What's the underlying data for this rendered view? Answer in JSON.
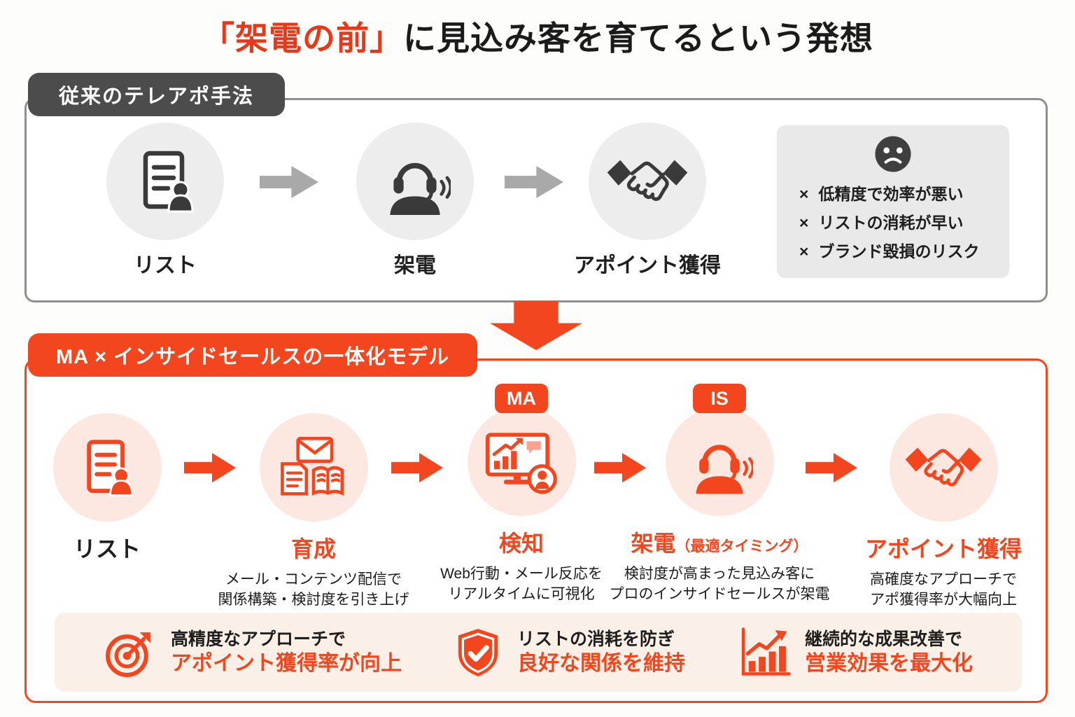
{
  "title": {
    "highlight": "「架電の前」",
    "rest": "に見込み客を育てるという発想"
  },
  "colors": {
    "accent_orange": "#F4461E",
    "title_red": "#E8381A",
    "badge_dark_gray": "#4C4C4C",
    "circle_gray": "#EDEDED",
    "circle_pink": "#FCE8E1",
    "benefits_bg": "#FBF0E7",
    "problems_bg": "#E9E9E9"
  },
  "traditional": {
    "badge": "従来のテレアポ手法",
    "steps": [
      {
        "label": "リスト",
        "icon": "document-person-icon"
      },
      {
        "label": "架電",
        "icon": "headset-agent-icon"
      },
      {
        "label": "アポイント獲得",
        "icon": "handshake-icon"
      }
    ],
    "problems": {
      "icon": "sad-face-icon",
      "mark": "×",
      "items": [
        "低精度で効率が悪い",
        "リストの消耗が早い",
        "ブランド毀損のリスク"
      ]
    }
  },
  "modern": {
    "badge": "MA × インサイドセールスの一体化モデル",
    "steps": [
      {
        "label": "リスト",
        "icon": "document-person-icon"
      },
      {
        "label": "育成",
        "icon": "mail-doc-book-icon",
        "desc1": "メール・コンテンツ配信で",
        "desc2": "関係構築・検討度を引き上げ"
      },
      {
        "label": "検知",
        "tag": "MA",
        "icon": "monitor-analytics-icon",
        "desc1": "Web行動・メール反応を",
        "desc2": "リアルタイムに可視化"
      },
      {
        "label": "架電",
        "label_sub": "（最適タイミング）",
        "tag": "IS",
        "icon": "headset-agent-icon",
        "desc1": "検討度が高まった見込み客に",
        "desc2": "プロのインサイドセールスが架電"
      },
      {
        "label": "アポイント獲得",
        "icon": "handshake-icon",
        "desc1": "高確度なアプローチで",
        "desc2": "アポ獲得率が大幅向上"
      }
    ],
    "benefits": [
      {
        "icon": "target-dart-icon",
        "line1": "高精度なアプローチで",
        "line2": "アポイント獲得率が向上"
      },
      {
        "icon": "shield-check-icon",
        "line1": "リストの消耗を防ぎ",
        "line2": "良好な関係を維持"
      },
      {
        "icon": "chart-up-icon",
        "line1": "継続的な成果改善で",
        "line2": "営業効果を最大化"
      }
    ]
  }
}
